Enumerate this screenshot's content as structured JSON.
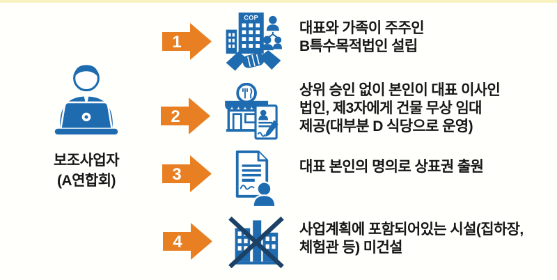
{
  "page": {
    "background": "#fffffc",
    "top_strip_color": "#f8f2c0",
    "description": "Infographic flow: subsidy operator with four numbered findings"
  },
  "colors": {
    "icon_blue": "#1e6bb0",
    "dark_navy": "#1c4166",
    "arrow_orange": "#e87f22",
    "text": "#161616"
  },
  "actor": {
    "icon": "person-laptop-icon",
    "label_line1": "보조사업자",
    "label_line2": "(A연합회)"
  },
  "rows": [
    {
      "number": "1",
      "icon": "company-handshake-icon",
      "icon_text": "COP",
      "lines": [
        "대표와 가족이 주주인",
        "B특수목적법인 설립"
      ]
    },
    {
      "number": "2",
      "icon": "restaurant-contract-icon",
      "lines": [
        "상위 승인 없이 본인이 대표 이사인",
        "법인, 제3자에게 건물 무상 임대",
        "제공(대부분 D 식당으로 운영)"
      ]
    },
    {
      "number": "3",
      "icon": "trademark-document-icon",
      "lines": [
        "대표 본인의 명의로 상표권 출원"
      ]
    },
    {
      "number": "4",
      "icon": "crossed-building-icon",
      "lines": [
        "사업계획에 포함되어있는 시설(집하장,",
        "체험관 등) 미건설"
      ]
    }
  ]
}
